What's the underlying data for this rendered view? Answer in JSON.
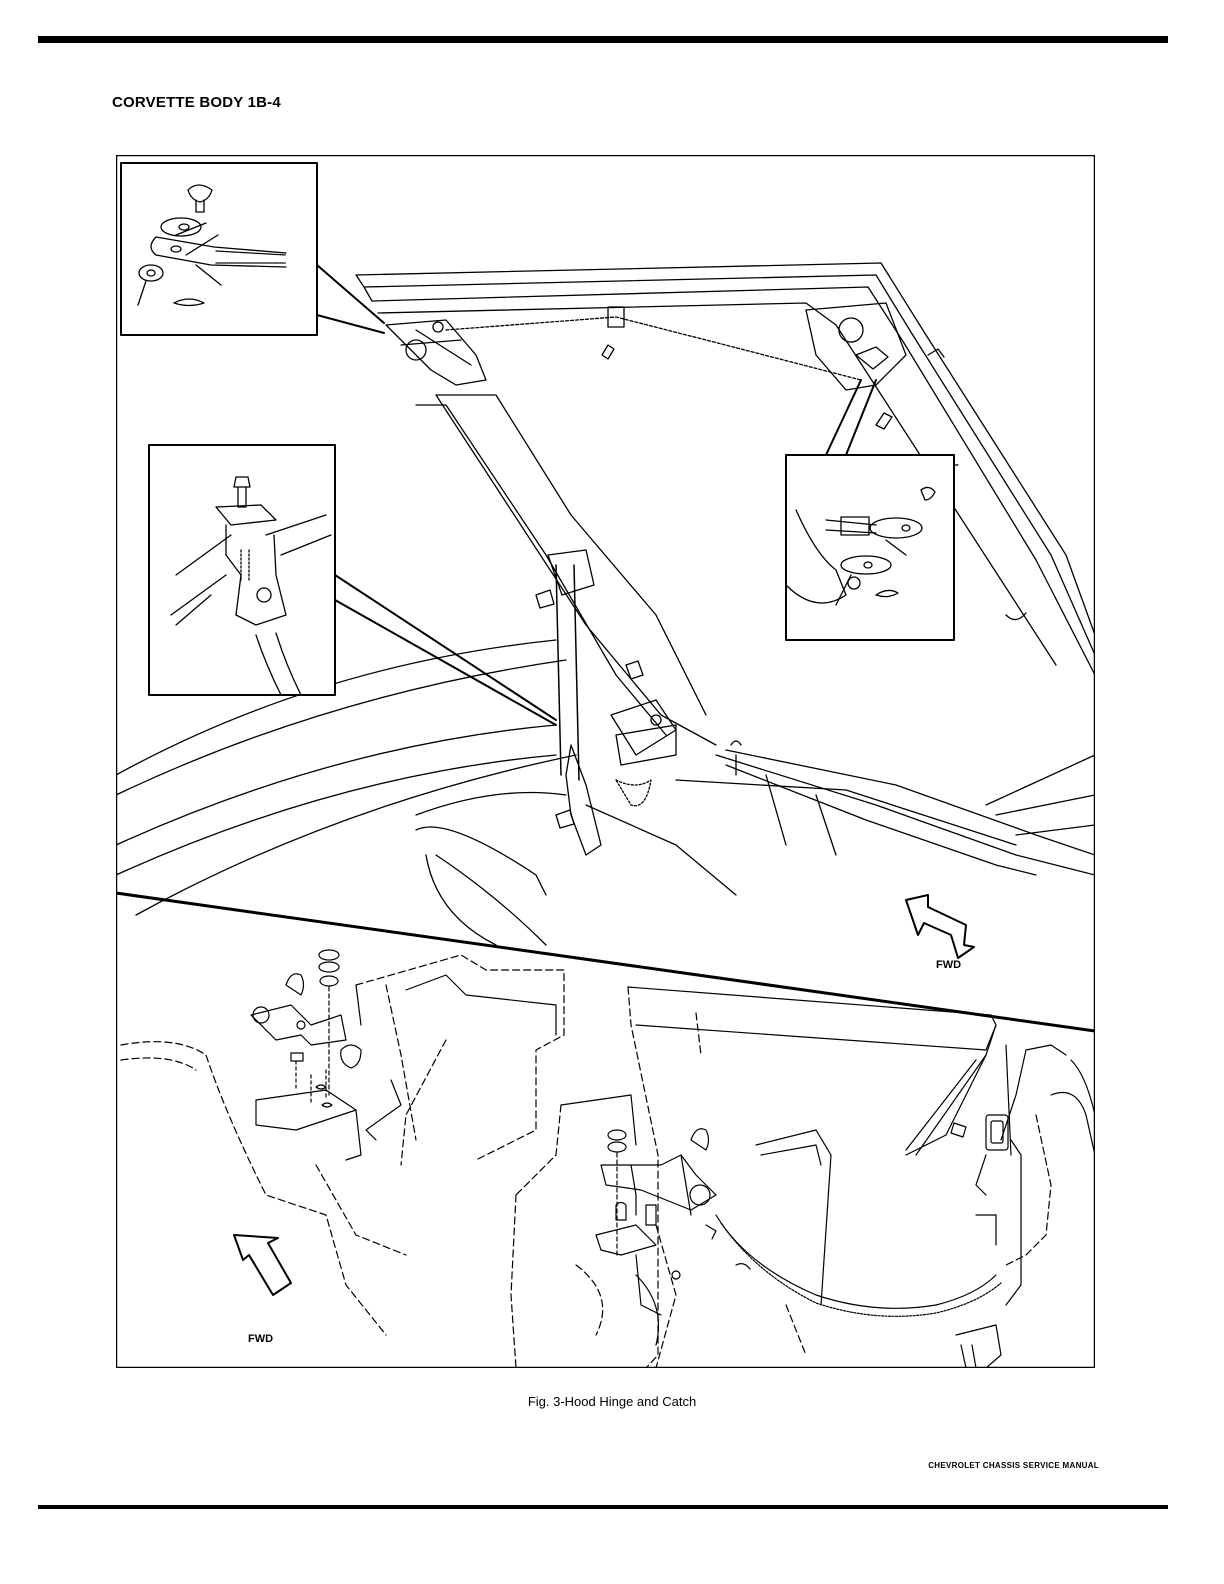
{
  "page": {
    "header": "CORVETTE BODY 1B-4",
    "caption": "Fig. 3-Hood Hinge and Catch",
    "footer": "CHEVROLET CHASSIS SERVICE MANUAL"
  },
  "figure": {
    "fwd_label_top": "FWD",
    "fwd_label_bottom": "FWD"
  }
}
